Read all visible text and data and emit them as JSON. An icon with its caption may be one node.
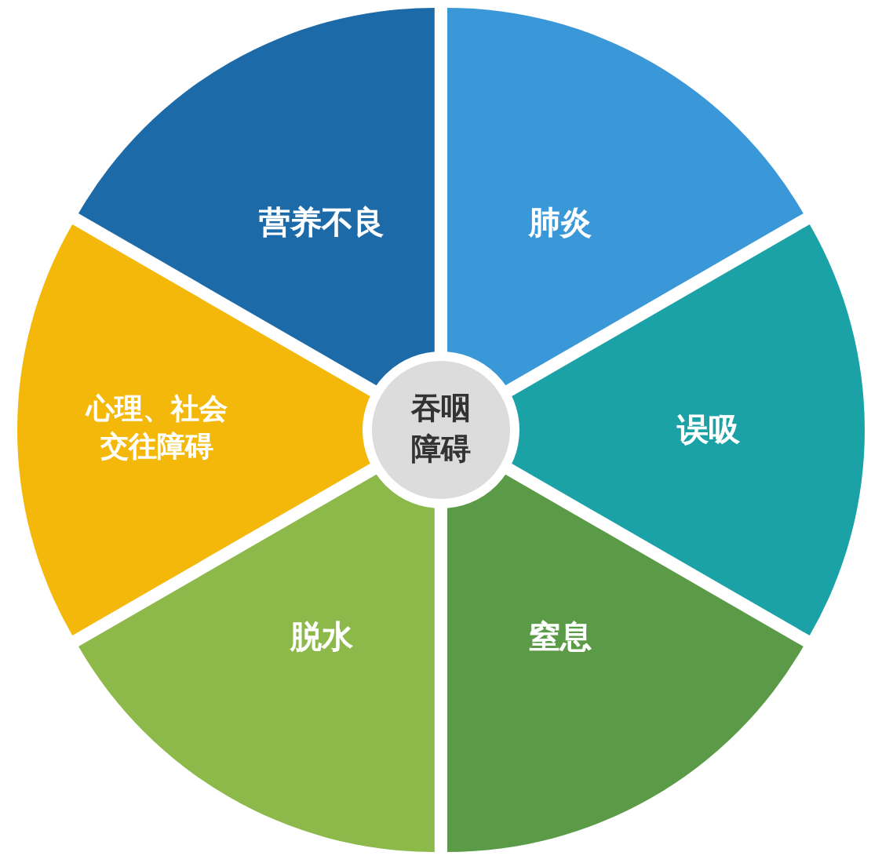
{
  "diagram": {
    "nodes": [
      {
        "text": [
          "营养不良"
        ]
      },
      {
        "text": [
          "肺炎"
        ]
      },
      {
        "text": [
          "误吸"
        ]
      },
      {
        "text": [
          "窒息"
        ]
      },
      {
        "text": [
          "脱水"
        ]
      },
      {
        "text": [
          "心理、社会交往障碍"
        ]
      },
      {
        "text": [
          "吞咽障碍"
        ]
      }
    ]
  }
}
